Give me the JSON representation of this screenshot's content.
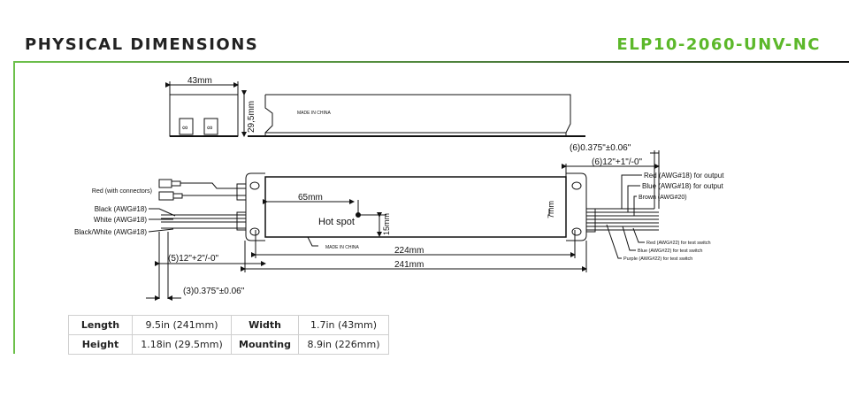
{
  "header": {
    "title": "PHYSICAL DIMENSIONS",
    "model": "ELP10-2060-UNV-NC"
  },
  "colors": {
    "accent": "#5cb82a"
  },
  "drawing": {
    "width_dim": "43mm",
    "height_dim": "29,5mm",
    "made_in": "MADE IN CHINA",
    "hot_spot_dist": "65mm",
    "hot_spot": "Hot spot",
    "hot_spot_height": "15mm",
    "mount_len": "224mm",
    "total_len": "241mm",
    "left_lead_len": "(5)12\"+2\"/-0\"",
    "left_strip": "(3)0.375\"±0.06\"",
    "right_strip": "(6)0.375\"±0.06\"",
    "right_lead_len": "(6)12\"+1\"/-0\"",
    "right_offset": "7mm",
    "left_wires": [
      "Red (with connectors)",
      "Black (AWG#18)",
      "White (AWG#18)",
      "Black/White (AWG#18)"
    ],
    "right_wires_top": [
      "Red (AWG#18) for output",
      "Blue (AWG#18) for output",
      "Brown (AWG#20)"
    ],
    "right_wires_bottom": [
      "Red (AWG#22) for test switch",
      "Blue (AWG#22) for test switch",
      "Purple (AWG#22) for test switch"
    ]
  },
  "specs": {
    "rows": [
      {
        "label1": "Length",
        "value1": "9.5in (241mm)",
        "label2": "Width",
        "value2": "1.7in (43mm)"
      },
      {
        "label1": "Height",
        "value1": "1.18in (29.5mm)",
        "label2": "Mounting",
        "value2": "8.9in (226mm)"
      }
    ]
  }
}
